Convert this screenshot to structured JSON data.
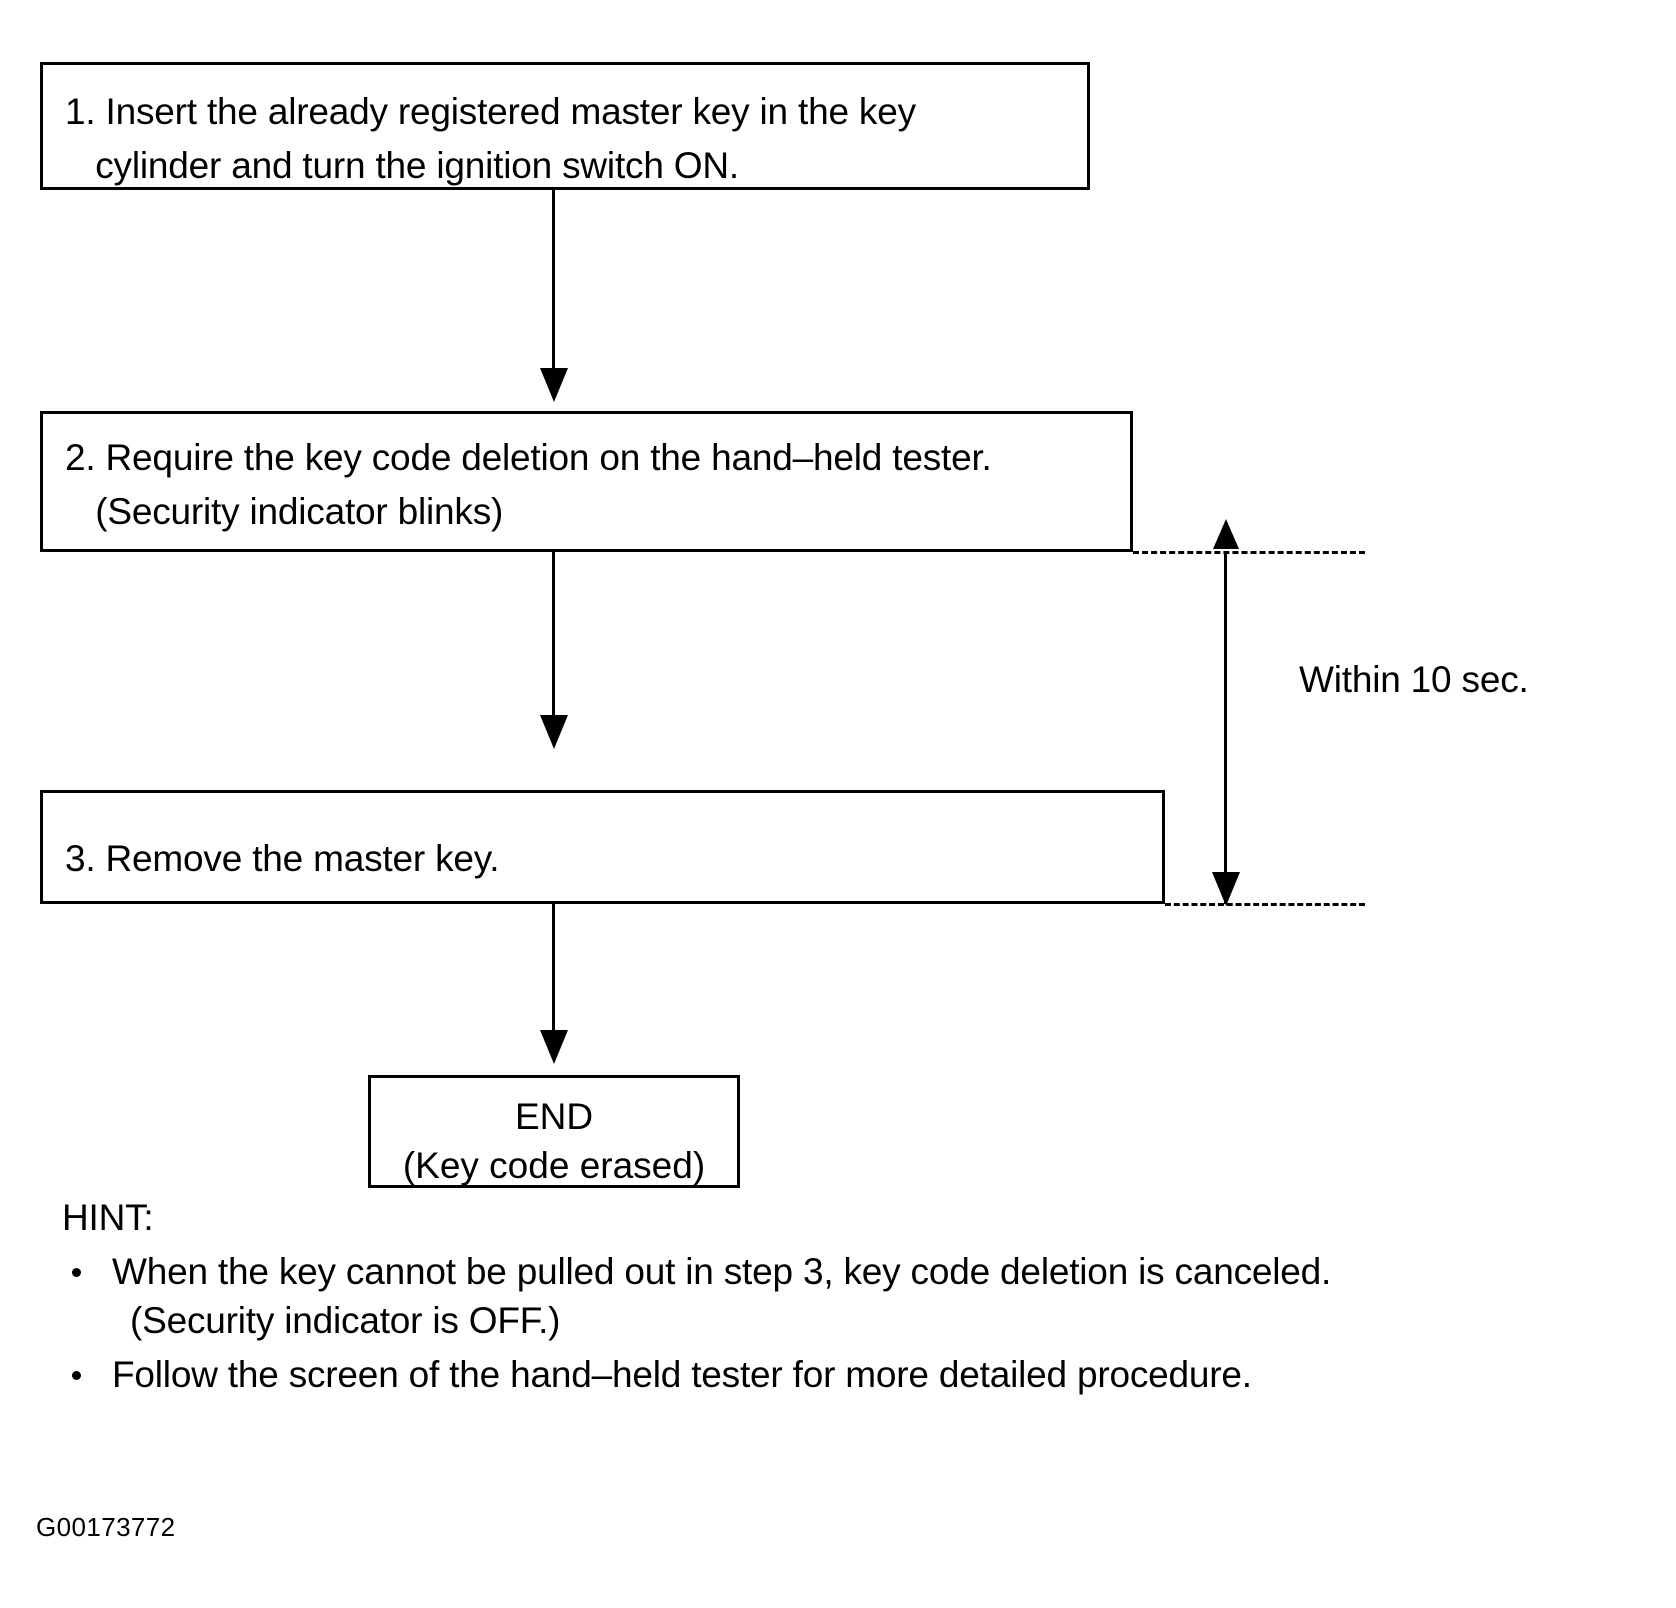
{
  "figure": {
    "id_code": "G00173772",
    "timing_note": "Within 10 sec."
  },
  "steps": [
    {
      "name": "step-1",
      "line1": "1. Insert the already registered master key in the key",
      "line2": "   cylinder and turn the ignition switch ON."
    },
    {
      "name": "step-2",
      "line1": "2. Require the key code deletion on the hand–held tester.",
      "line2": "   (Security indicator blinks)"
    },
    {
      "name": "step-3",
      "line1": "3. Remove the master key.",
      "line2": ""
    }
  ],
  "end_box": {
    "line1": "END",
    "line2": "(Key code erased)"
  },
  "hint": {
    "title": "HINT:",
    "items": [
      {
        "line1": "When the key cannot be pulled out in step 3, key code deletion is canceled.",
        "line2": "(Security indicator is OFF.)"
      },
      {
        "line1": "Follow the screen of the hand–held tester for more detailed procedure.",
        "line2": ""
      }
    ]
  },
  "colors": {
    "ink": "#000000",
    "paper": "#ffffff"
  }
}
